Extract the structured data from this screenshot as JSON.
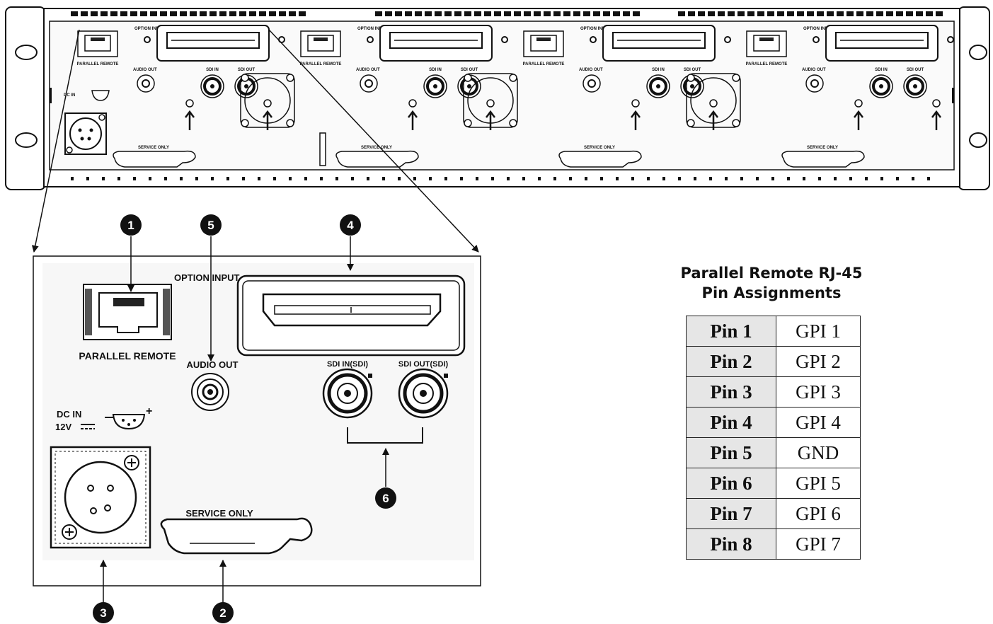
{
  "rear_panel": {
    "slot_labels": {
      "option_input": "OPTION INPUT",
      "parallel_remote": "PARALLEL REMOTE",
      "audio_out": "AUDIO OUT",
      "sdi_in": "SDI IN",
      "sdi_out": "SDI OUT",
      "service_only": "SERVICE ONLY"
    },
    "slot_count": 4
  },
  "detail": {
    "option_input": "OPTION INPUT",
    "parallel_remote": "PARALLEL REMOTE",
    "audio_out": "AUDIO OUT",
    "sdi_in": "SDI IN(SDI)",
    "sdi_out": "SDI OUT(SDI)",
    "dc_in": "DC IN",
    "dc_voltage": "12V",
    "service_only": "SERVICE ONLY"
  },
  "callouts": {
    "c1": "1",
    "c2": "2",
    "c3": "3",
    "c4": "4",
    "c5": "5",
    "c6": "6"
  },
  "pin_table": {
    "title_line1": "Parallel Remote RJ-45",
    "title_line2": "Pin Assignments",
    "rows": [
      {
        "pin": "Pin 1",
        "value": "GPI 1"
      },
      {
        "pin": "Pin 2",
        "value": "GPI 2"
      },
      {
        "pin": "Pin 3",
        "value": "GPI 3"
      },
      {
        "pin": "Pin 4",
        "value": "GPI 4"
      },
      {
        "pin": "Pin 5",
        "value": "GND"
      },
      {
        "pin": "Pin 6",
        "value": "GPI 5"
      },
      {
        "pin": "Pin 7",
        "value": "GPI 6"
      },
      {
        "pin": "Pin 8",
        "value": "GPI 7"
      }
    ]
  },
  "colors": {
    "outline": "#111111",
    "panel_fill": "#f7f7f7",
    "table_header_fill": "#e6e6e6"
  }
}
